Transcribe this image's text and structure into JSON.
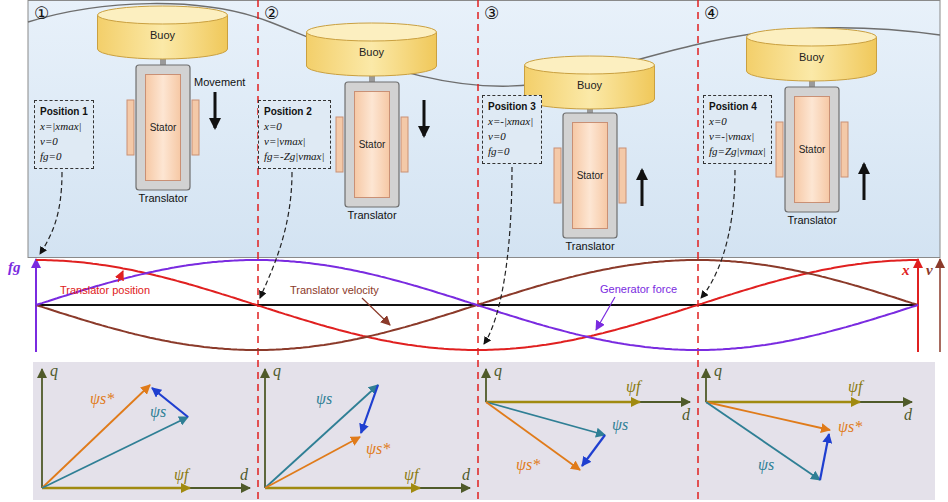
{
  "diagram": {
    "nodes": [
      {
        "text": [
          "Buoy"
        ]
      },
      {
        "text": [
          "Position 1",
          "x=|xmax|",
          "v=0",
          "fg=0"
        ]
      },
      {
        "text": [
          "Stator"
        ]
      },
      {
        "text": [
          "Buoy"
        ]
      },
      {
        "text": [
          "Position 2",
          "x=0",
          "v=|vmax|",
          "fg=-Zg|vmax|"
        ]
      },
      {
        "text": [
          "Stator"
        ]
      },
      {
        "text": [
          "Buoy"
        ]
      },
      {
        "text": [
          "Position 3",
          "x=-|xmax|",
          "v=0",
          "fg=0"
        ]
      },
      {
        "text": [
          "Stator"
        ]
      },
      {
        "text": [
          "Buoy"
        ]
      },
      {
        "text": [
          "Position 4",
          "x=0",
          "v=-|vmax|",
          "fg=Zg|vmax|"
        ]
      },
      {
        "text": [
          "Stator"
        ]
      }
    ],
    "labels": [
      "①",
      "②",
      "③",
      "④",
      "Movement",
      "Translator",
      "Translator",
      "Translator",
      "Translator",
      "fg",
      "x",
      "v",
      "Translator position",
      "Translator velocity",
      "Generator force",
      "q",
      "d",
      "ψf",
      "ψs*",
      "ψs",
      "q",
      "d",
      "ψf",
      "ψs",
      "ψs*",
      "q",
      "d",
      "ψf",
      "ψs",
      "ψs*",
      "q",
      "d",
      "ψf",
      "ψs",
      "ψs*"
    ]
  }
}
